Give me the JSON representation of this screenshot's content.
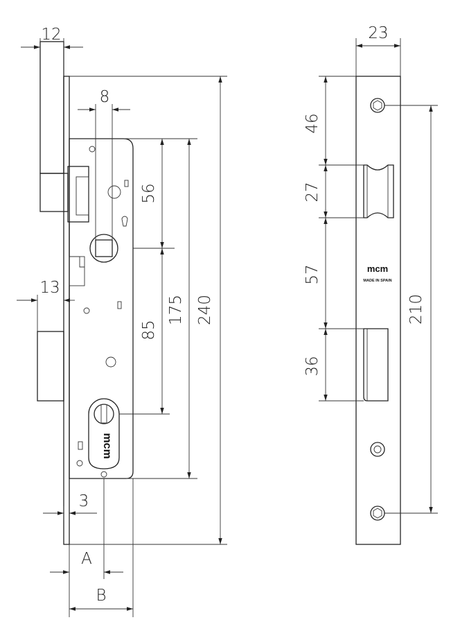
{
  "front_view": {
    "dim_faceplate_thickness": "12",
    "dim_square_width": "8",
    "dim_latch_to_cylinder": "56",
    "dim_deadbolt_projection": "13",
    "dim_cylinder_to_lower": "85",
    "dim_case_height": "175",
    "dim_faceplate_length": "240",
    "dim_edge_offset": "3",
    "dim_backset_a": "A",
    "dim_backset_b": "B",
    "case_logo": "mcm"
  },
  "side_view": {
    "dim_faceplate_width": "23",
    "dim_top_to_latch": "46",
    "dim_latch_height": "27",
    "dim_latch_to_bolt": "57",
    "dim_bolt_height": "36",
    "dim_screw_spacing": "210",
    "faceplate_logo": "mcm",
    "faceplate_text": "MADE IN SPAIN"
  },
  "colors": {
    "line": "#222222",
    "background": "#ffffff"
  }
}
